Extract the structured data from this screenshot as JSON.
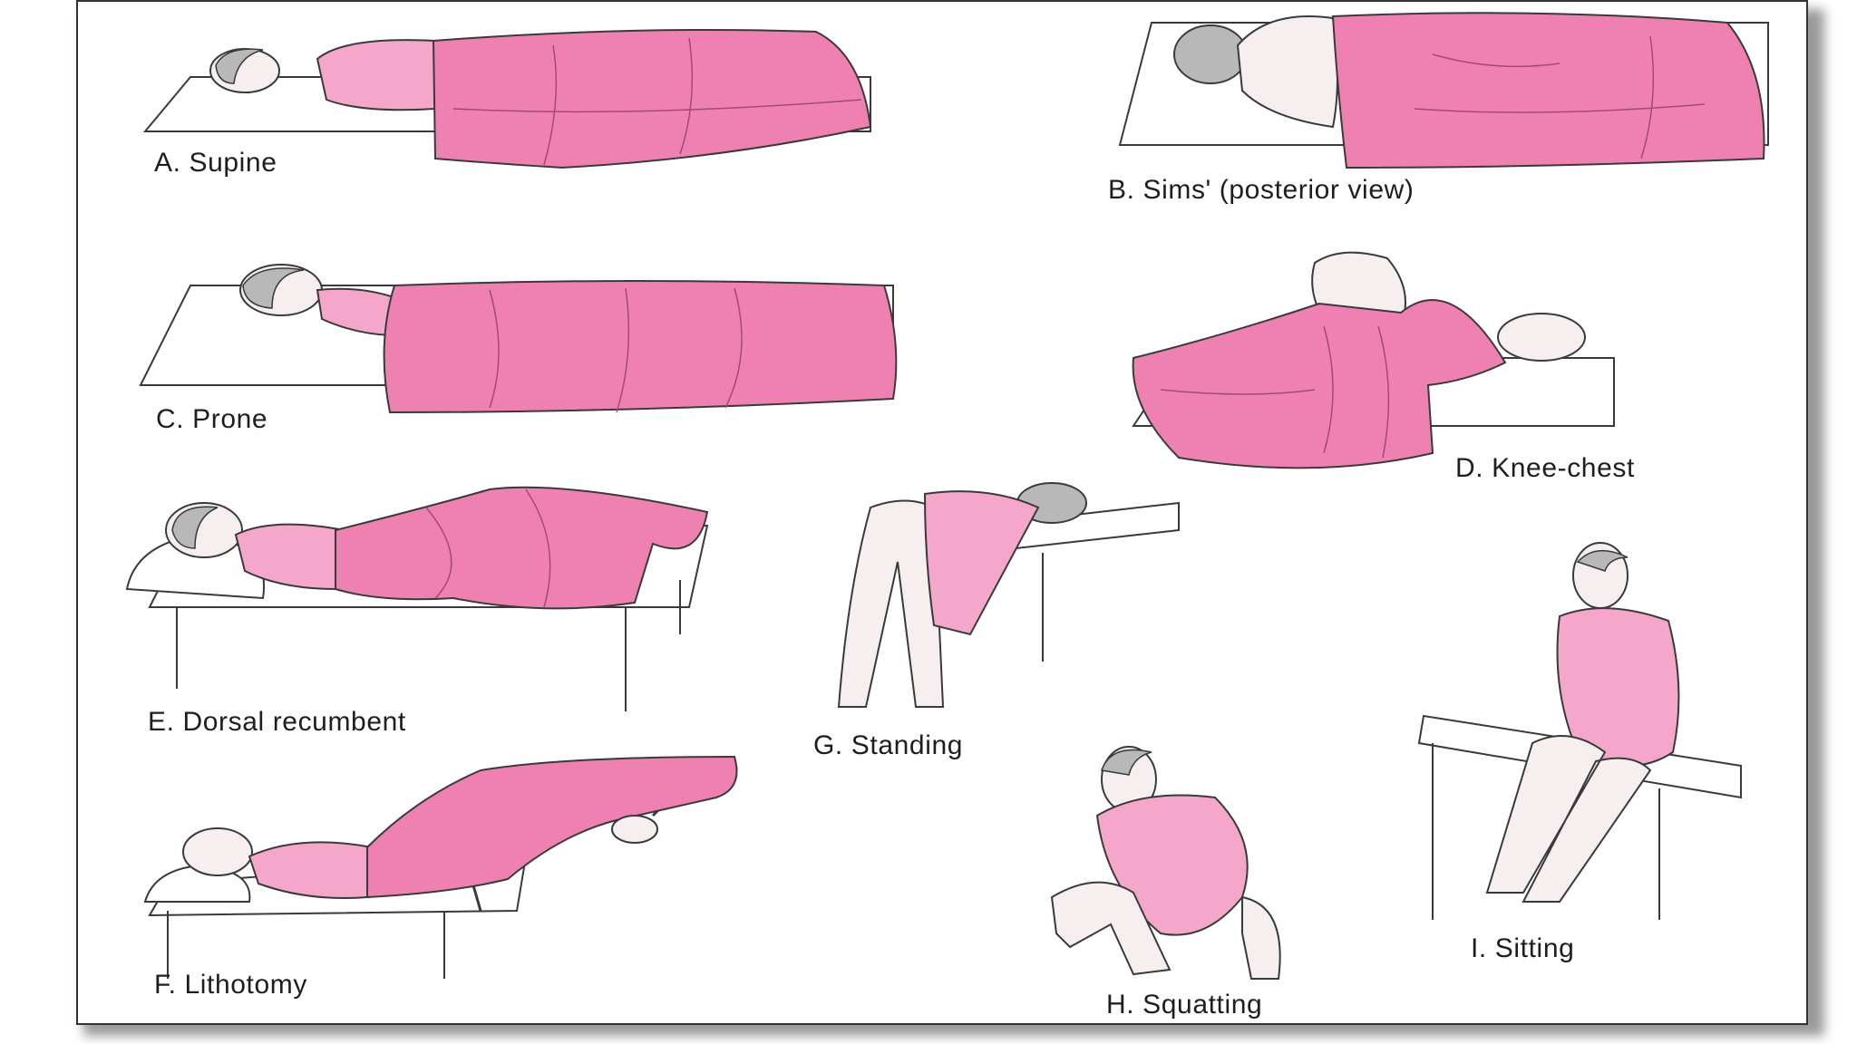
{
  "figure": {
    "panels": [
      {
        "id": "A",
        "caption": "A. Supine"
      },
      {
        "id": "B",
        "caption": "B. Sims' (posterior view)"
      },
      {
        "id": "C",
        "caption": "C. Prone"
      },
      {
        "id": "D",
        "caption": "D. Knee-chest"
      },
      {
        "id": "E",
        "caption": "E. Dorsal recumbent"
      },
      {
        "id": "F",
        "caption": "F. Lithotomy"
      },
      {
        "id": "G",
        "caption": "G. Standing"
      },
      {
        "id": "H",
        "caption": "H. Squatting"
      },
      {
        "id": "I",
        "caption": "I. Sitting"
      }
    ]
  },
  "colors": {
    "drape": "#ee80b2",
    "drape_light": "#f6b5d3",
    "gown": "#f4a7cb",
    "skin": "#f7efef",
    "table": "#ffffff",
    "outline": "#3a3a3a",
    "hair": "#b8b8b8"
  }
}
